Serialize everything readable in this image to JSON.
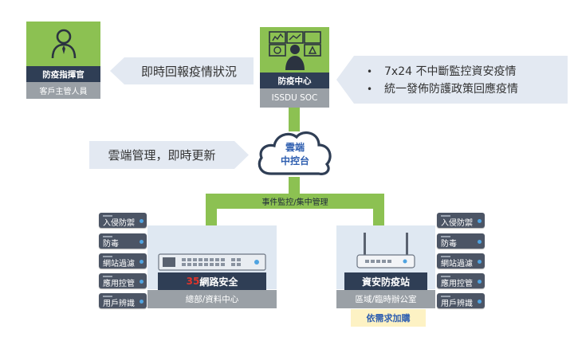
{
  "commander": {
    "title": "防疫指揮官",
    "subtitle": "客戶主管人員"
  },
  "soc": {
    "title": "防疫中心",
    "subtitle": "ISSDU SOC"
  },
  "report_arrow": {
    "text": "即時回報疫情狀況"
  },
  "soc_bullets": [
    "7x24 不中斷監控資安疫情",
    "統一發佈防護政策回應疫情"
  ],
  "cloud": {
    "line1": "雲端",
    "line2": "中控台"
  },
  "cloud_arrow": {
    "text": "雲端管理，即時更新"
  },
  "bus": {
    "label": "事件監控/集中管理"
  },
  "hq": {
    "product_prefix": "35",
    "product_title": "網路安全",
    "location": "總部/資料中心",
    "modules": [
      "入侵防禦",
      "防毒",
      "網站過濾",
      "應用控管",
      "用戶辨識"
    ]
  },
  "branch": {
    "product_title": "資安防疫站",
    "location": "區域/臨時辦公室",
    "note": "依需求加購",
    "modules": [
      "入侵防禦",
      "防毒",
      "網站過濾",
      "應用控管",
      "用戶辨識"
    ]
  },
  "colors": {
    "green": "#8cc152",
    "navy": "#2f3e55",
    "grey": "#9aa0a6",
    "red_accent": "#e0352b",
    "note_bg": "#fdf2c4"
  },
  "icons": [
    "user-icon",
    "monitor-wall-icon",
    "cloud-icon",
    "server-appliance-icon",
    "router-icon"
  ]
}
